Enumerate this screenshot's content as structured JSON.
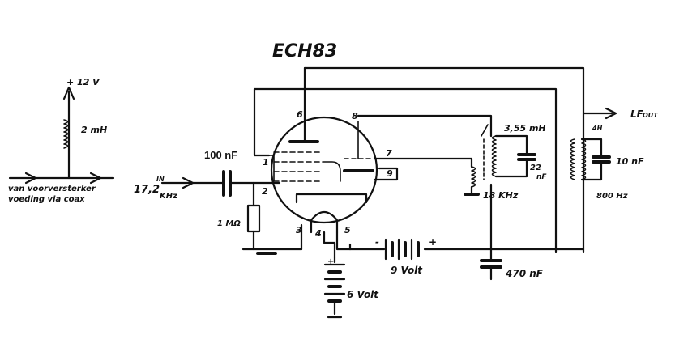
{
  "tube": {
    "type": "ECH83"
  },
  "pins": [
    "1",
    "2",
    "3",
    "4",
    "5",
    "6",
    "7",
    "8",
    "9"
  ],
  "labels": {
    "supply": "+ 12 V",
    "choke": "2 mH",
    "feed_line1": "van voorversterker",
    "feed_line2": "voeding via coax",
    "in_label": "IN",
    "in_freq": "17,2",
    "in_unit": "KHz",
    "coupling_cap": "100 nF",
    "grid_res": "1 MΩ",
    "filament_batt": "6 Volt",
    "plate_batt": "9 Volt",
    "bypass_cap": "470 nF",
    "osc_coil": "3,55 mH",
    "osc_cap_value": "22",
    "osc_cap_unit": "nF",
    "osc_freq": "18 KHz",
    "out_ind": "4H",
    "out_cap": "10 nF",
    "out_freq": "800 Hz",
    "lf_out": "LF",
    "lf_out_sub": "OUT"
  },
  "colors": {
    "ink": "#111111",
    "paper": "#ffffff"
  }
}
